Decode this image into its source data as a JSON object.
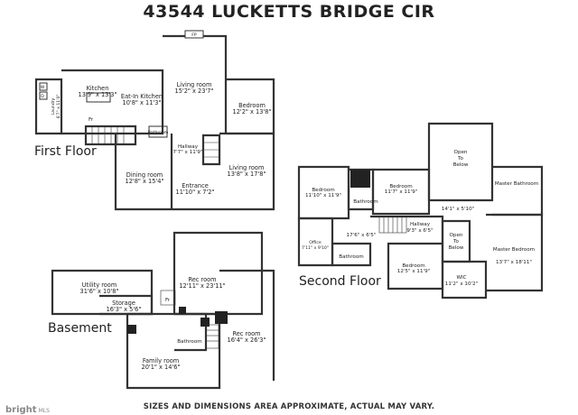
{
  "title": "43544 LUCKETTS BRIDGE CIR",
  "floors": {
    "first": "First Floor",
    "second": "Second Floor",
    "basement": "Basement"
  },
  "rooms": {
    "first": [
      {
        "key": "kitchen",
        "name": "Kitchen",
        "dims": "13'9\" x 13'3\""
      },
      {
        "key": "eatin",
        "name": "Eat-In Kitchen",
        "dims": "10'8\" x 11'3\""
      },
      {
        "key": "living",
        "name": "Living room",
        "dims": "15'2\" x 23'7\""
      },
      {
        "key": "bedroom",
        "name": "Bedroom",
        "dims": "12'2\" x 13'8\""
      },
      {
        "key": "hallway",
        "name": "Hallway",
        "dims": "7'7\" x 11'9\""
      },
      {
        "key": "dining",
        "name": "Dining room",
        "dims": "12'8\" x 15'4\""
      },
      {
        "key": "living2",
        "name": "Living room",
        "dims": "13'8\" x 17'8\""
      },
      {
        "key": "entrance",
        "name": "Entrance",
        "dims": "11'10\" x 7'2\""
      },
      {
        "key": "laundry",
        "name": "Laundry",
        "dims": "6'7\" x 11'0\""
      }
    ],
    "second": [
      {
        "key": "bed1",
        "name": "Bedroom",
        "dims": "11'10\" x 11'9\""
      },
      {
        "key": "bed2",
        "name": "Bedroom",
        "dims": "11'7\" x 11'9\""
      },
      {
        "key": "bath",
        "name": "Bathroom",
        "dims": ""
      },
      {
        "key": "hall",
        "name": "Hallway",
        "dims": "9'3\" x 6'5\""
      },
      {
        "key": "office",
        "name": "Office",
        "dims": "7'11\" x 9'10\""
      },
      {
        "key": "bath2",
        "name": "Bathroom",
        "dims": ""
      },
      {
        "key": "bed3",
        "name": "Bedroom",
        "dims": "12'5\" x 11'9\""
      },
      {
        "key": "wic",
        "name": "WIC",
        "dims": "11'2\" x 10'2\""
      },
      {
        "key": "masterbed",
        "name": "Master Bedroom",
        "dims": "13'7\" x 18'11\""
      },
      {
        "key": "masterbath",
        "name": "Master Bathroom",
        "dims": ""
      }
    ],
    "basement": [
      {
        "key": "utility",
        "name": "Utility room",
        "dims": "31'6\" x 10'8\""
      },
      {
        "key": "storage",
        "name": "Storage",
        "dims": "16'3\" x 5'6\""
      },
      {
        "key": "rec1",
        "name": "Rec room",
        "dims": "12'11\" x 23'11\""
      },
      {
        "key": "rec2",
        "name": "Rec room",
        "dims": "16'4\" x 26'3\""
      },
      {
        "key": "bath",
        "name": "Bathroom",
        "dims": ""
      },
      {
        "key": "family",
        "name": "Family room",
        "dims": "20'1\" x 14'6\""
      }
    ]
  },
  "labels": {
    "open_below_1": [
      "Open",
      "To",
      "Below"
    ],
    "open_below_2": [
      "Open",
      "To",
      "Below"
    ],
    "fp": "FP",
    "fr": "Fr",
    "fr_basement": "Fr",
    "stair_dims": "17'6\" x 6'5\"",
    "open_dims": "14'1\" x 5'10\"",
    "bathroom_small": "Bathroom",
    "washer_w": "W",
    "dryer_d": "D"
  },
  "disclaimer": "SIZES AND DIMENSIONS AREA APPROXIMATE, ACTUAL MAY VARY.",
  "logo": {
    "brand": "bright",
    "suffix": "MLS"
  }
}
